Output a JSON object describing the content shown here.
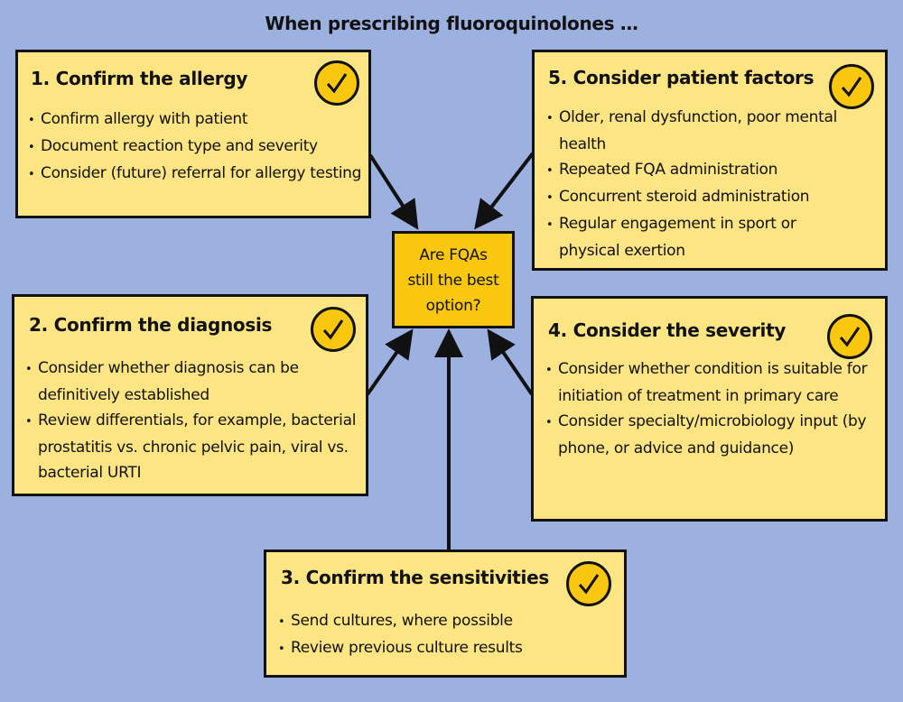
{
  "title": "When prescribing fluoroquinolones …",
  "center": {
    "lines": [
      "Are FQAs",
      "still the best",
      "option?"
    ]
  },
  "boxes": [
    {
      "heading": "1. Confirm the allergy",
      "items": [
        "Confirm allergy with patient",
        "Document reaction type and severity",
        "Consider (future) referral for allergy testing"
      ]
    },
    {
      "heading": "2. Confirm the diagnosis",
      "items": [
        "Consider whether diagnosis can be definitively established",
        "Review differentials, for example, bacterial prostatitis vs. chronic pelvic pain, viral vs. bacterial URTI"
      ]
    },
    {
      "heading": "3. Confirm the sensitivities",
      "items": [
        "Send cultures, where possible",
        "Review previous culture results"
      ]
    },
    {
      "heading": "4. Consider the severity",
      "items": [
        "Consider whether condition is suitable for initiation of treatment in primary care",
        "Consider specialty/microbiology input (by phone, or advice and guidance)"
      ]
    },
    {
      "heading": "5. Consider patient factors",
      "items": [
        "Older, renal dysfunction, poor mental health",
        "Repeated FQA administration",
        "Concurrent steroid administration",
        "Regular engagement in sport or physical exertion"
      ]
    }
  ],
  "colors": {
    "background": "#9db1e1",
    "box": "#fde583",
    "accent": "#f9c80e",
    "line": "#111111"
  }
}
